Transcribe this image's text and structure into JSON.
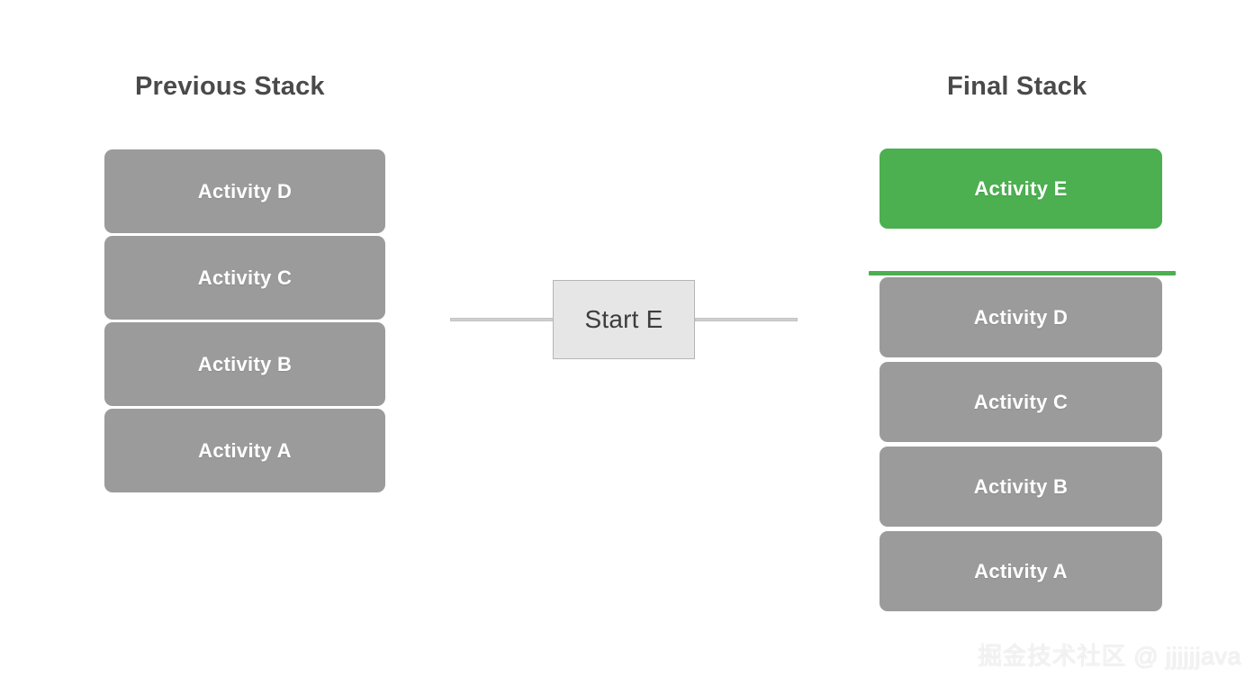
{
  "colors": {
    "background": "#ffffff",
    "box_gray": "#9b9b9b",
    "box_green": "#4caf50",
    "divider_green": "#4caf50",
    "title_text": "#4a4a4a",
    "box_text": "#ffffff",
    "transition_fill": "#e6e6e6",
    "transition_border": "#b5b5b5",
    "transition_text": "#3d3d3d",
    "connector": "#cfcfcf"
  },
  "previous_stack": {
    "title": "Previous Stack",
    "items": [
      {
        "label": "Activity D",
        "state": "existing"
      },
      {
        "label": "Activity C",
        "state": "existing"
      },
      {
        "label": "Activity B",
        "state": "existing"
      },
      {
        "label": "Activity A",
        "state": "existing"
      }
    ]
  },
  "transition": {
    "label": "Start E"
  },
  "final_stack": {
    "title": "Final Stack",
    "items": [
      {
        "label": "Activity E",
        "state": "new"
      },
      {
        "label": "Activity D",
        "state": "existing"
      },
      {
        "label": "Activity C",
        "state": "existing"
      },
      {
        "label": "Activity B",
        "state": "existing"
      },
      {
        "label": "Activity A",
        "state": "existing"
      }
    ]
  },
  "watermark": {
    "text": "掘金技术社区 @ jjjjjjava"
  }
}
